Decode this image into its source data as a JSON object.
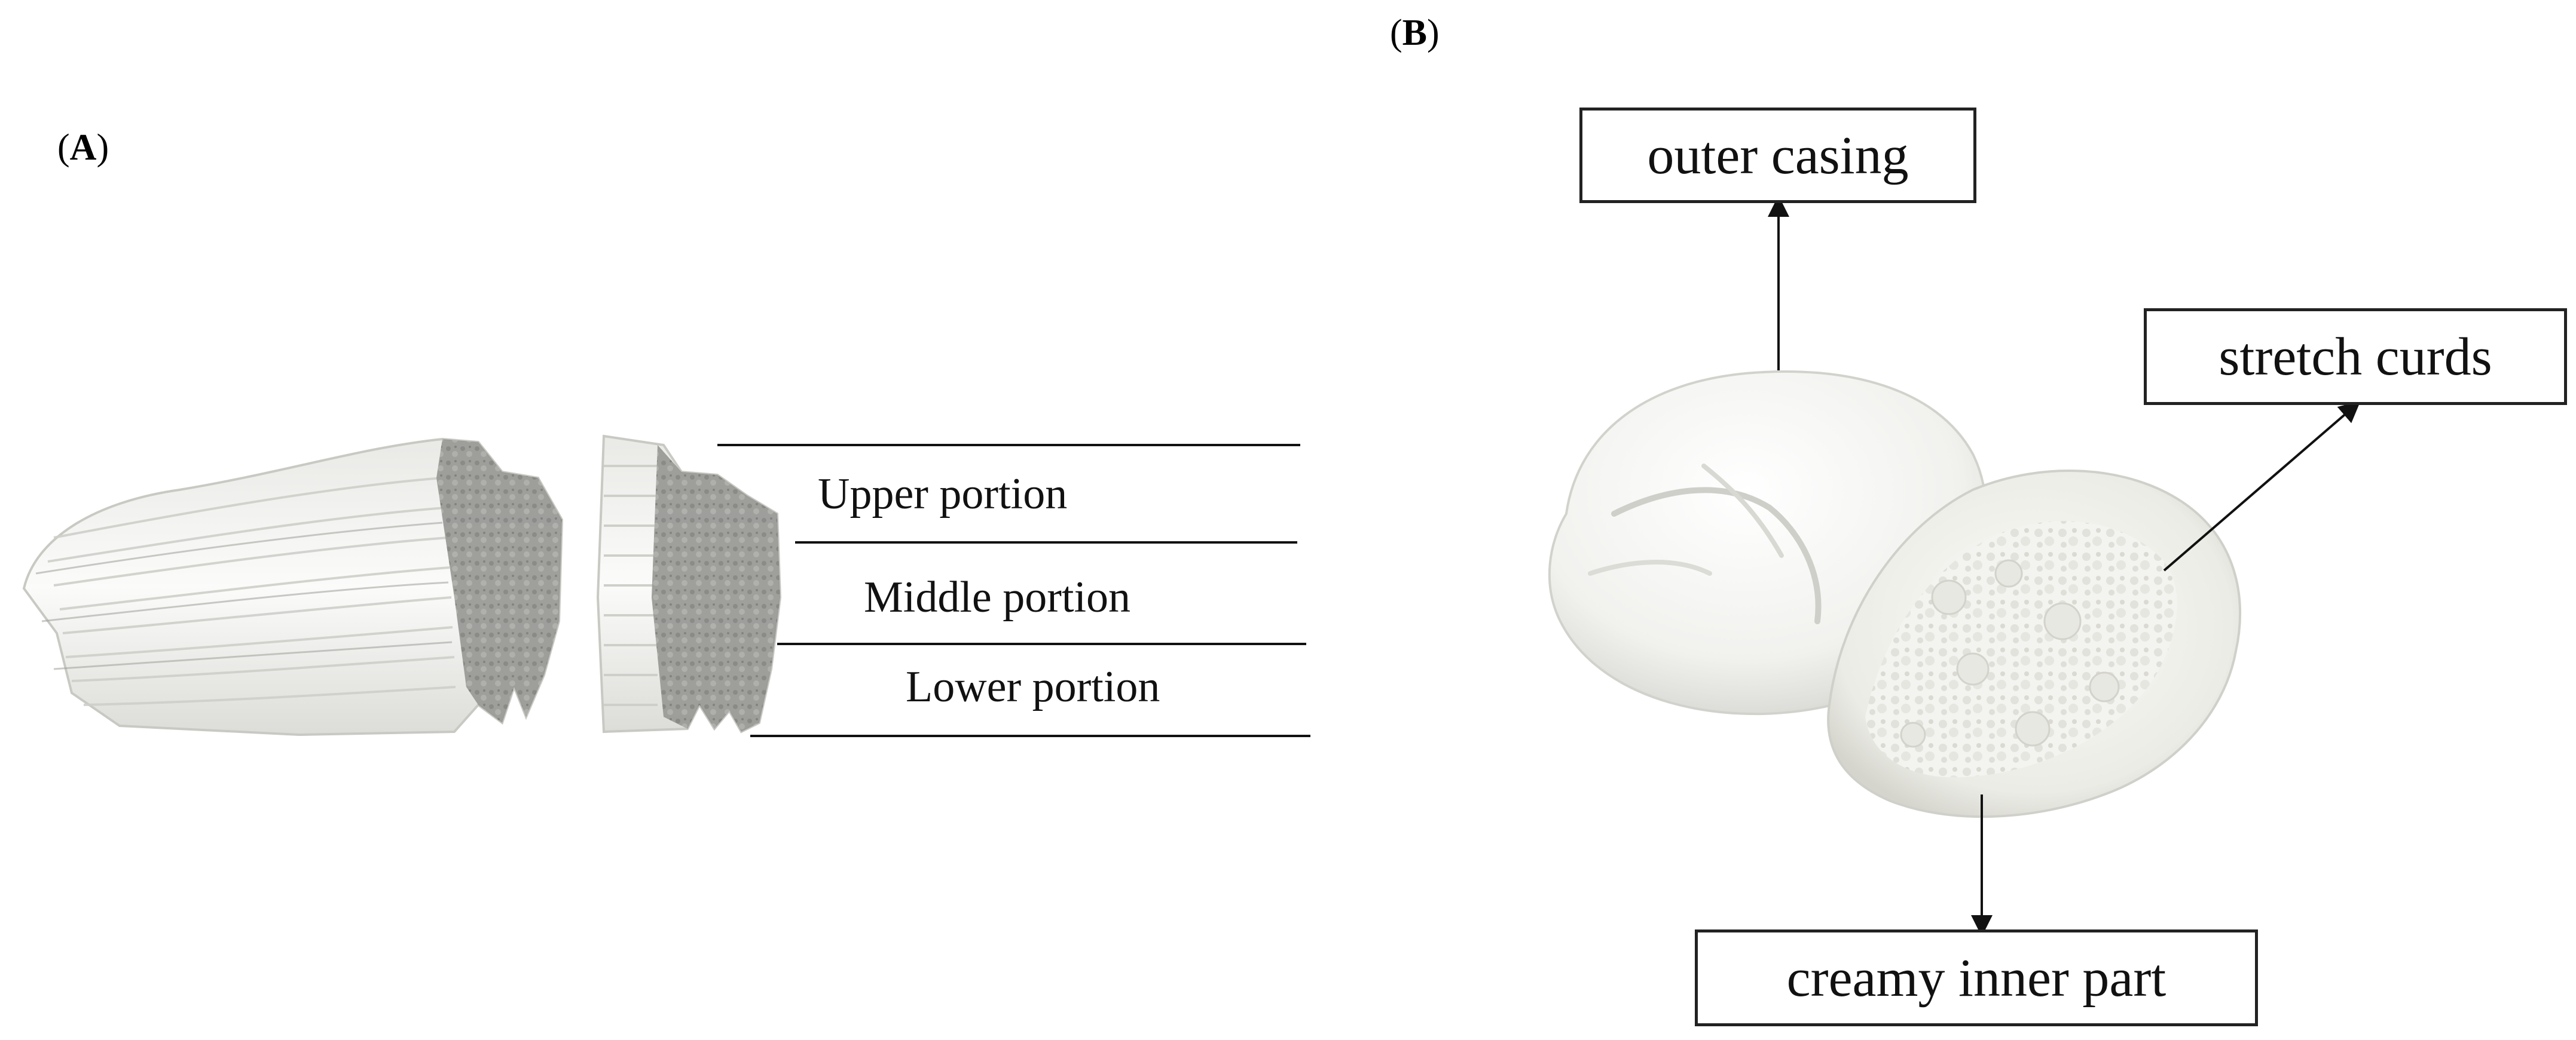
{
  "panel_a": {
    "label_open": "(",
    "label_letter": "A",
    "label_close": ")",
    "portions": {
      "upper": "Upper portion",
      "middle": "Middle portion",
      "lower": "Lower portion"
    }
  },
  "panel_b": {
    "label_open": "(",
    "label_letter": "B",
    "label_close": ")",
    "callouts": {
      "outer_casing": "outer casing",
      "stretch_curds": "stretch curds",
      "creamy_inner_part": "creamy inner part"
    }
  },
  "colors": {
    "line": "#111111",
    "cheese_white": "#f4f4f2",
    "cheese_shadow": "#bdbdb8",
    "cut_face": "#8f8f8c"
  }
}
